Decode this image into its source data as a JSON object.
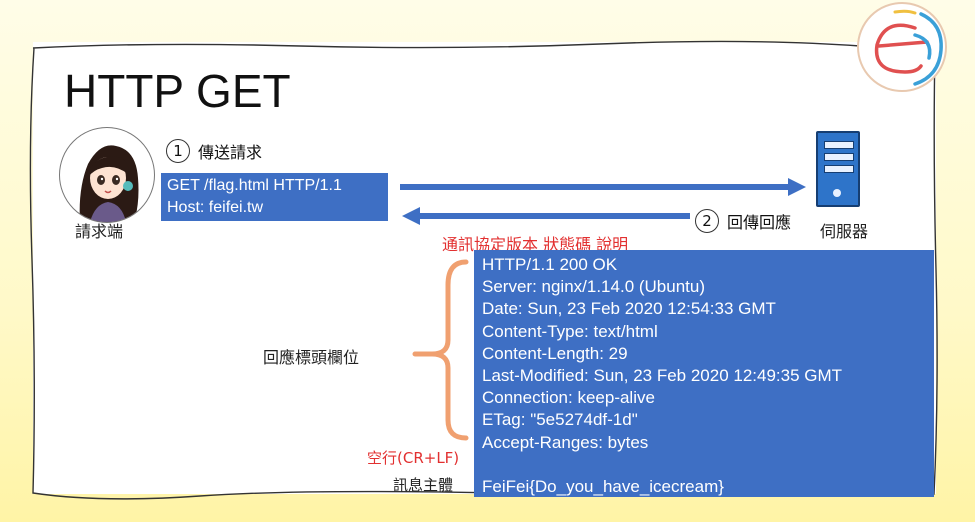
{
  "title": "HTTP GET",
  "client": {
    "label": "請求端"
  },
  "server": {
    "label": "伺服器"
  },
  "step1": {
    "number": "1",
    "text": "傳送請求"
  },
  "step2": {
    "number": "2",
    "text": "回傳回應"
  },
  "request": {
    "lines": [
      "GET /flag.html HTTP/1.1",
      "Host: feifei.tw"
    ]
  },
  "status_caption": "通訊協定版本 狀態碼 說明",
  "response": {
    "status_line": "HTTP/1.1 200 OK",
    "headers": [
      "Server: nginx/1.14.0 (Ubuntu)",
      "Date: Sun, 23 Feb 2020 12:54:33 GMT",
      "Content-Type: text/html",
      "Content-Length: 29",
      "Last-Modified: Sun, 23 Feb 2020 12:49:35 GMT",
      "Connection: keep-alive",
      "ETag: \"5e5274df-1d\"",
      "Accept-Ranges: bytes"
    ],
    "body": "FeiFei{Do_you_have_icecream}"
  },
  "labels": {
    "headers": "回應標頭欄位",
    "blank_line": "空行(CR+LF)",
    "body": "訊息主體"
  },
  "colors": {
    "box_blue": "#3e6fc4",
    "arrow_blue": "#3e6fc4",
    "accent_red": "#e23030",
    "brace_orange": "#f0a070"
  }
}
